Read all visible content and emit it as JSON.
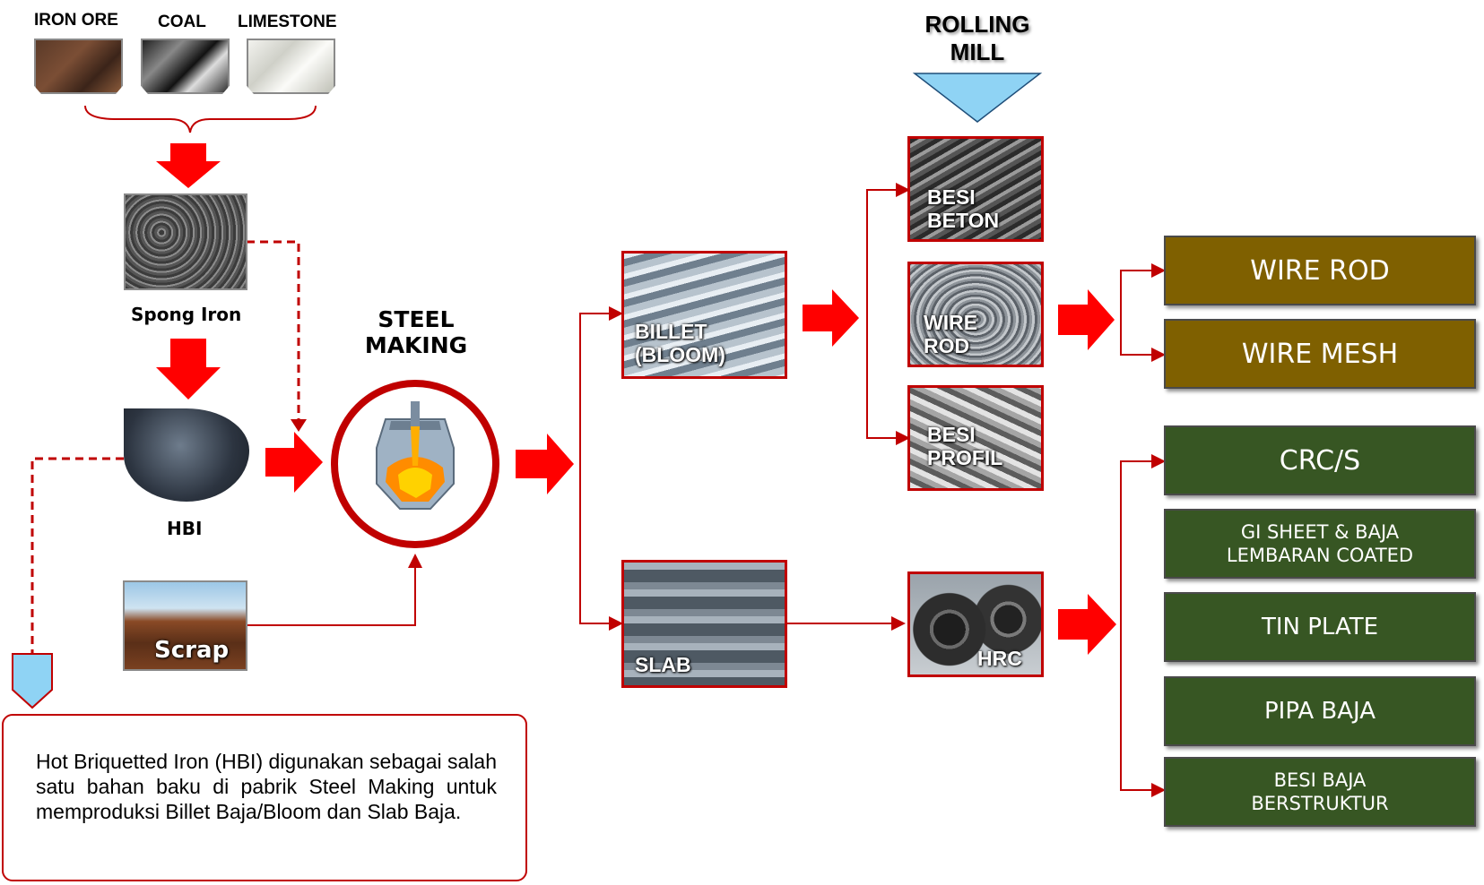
{
  "raw_materials": {
    "iron_ore": "IRON ORE",
    "coal": "COAL",
    "limestone": "LIMESTONE"
  },
  "intermediate": {
    "sponge_iron": "Spong Iron",
    "hbi": "HBI",
    "scrap": "Scrap"
  },
  "steel_making": {
    "line1": "STEEL",
    "line2": "MAKING"
  },
  "semi_finished": {
    "billet_line1": "BILLET",
    "billet_line2": "(BLOOM)",
    "slab": "SLAB"
  },
  "rolling_mill": {
    "line1": "ROLLING",
    "line2": "MILL"
  },
  "rolled": {
    "besi_beton_1": "BESI",
    "besi_beton_2": "BETON",
    "wire_rod_1": "WIRE",
    "wire_rod_2": "ROD",
    "besi_profil_1": "BESI",
    "besi_profil_2": "PROFIL",
    "hrc": "HRC"
  },
  "products": {
    "wire_rod": "WIRE ROD",
    "wire_mesh": "WIRE MESH",
    "crcs": "CRC/S",
    "gi_sheet_1": "GI SHEET & BAJA",
    "gi_sheet_2": "LEMBARAN COATED",
    "tin_plate": "TIN PLATE",
    "pipa_baja": "PIPA BAJA",
    "besi_baja_1": "BESI BAJA",
    "besi_baja_2": "BERSTRUKTUR"
  },
  "note": "Hot Briquetted Iron (HBI) digunakan sebagai salah satu bahan baku di pabrik Steel Making untuk memproduksi Billet Baja/Bloom dan Slab Baja.",
  "colors": {
    "arrow_red": "#ff0000",
    "connector_red": "#c00000",
    "olive_box": "#7f6000",
    "green_box": "#375623",
    "rolling_mill_triangle": "#8fd3f4"
  }
}
